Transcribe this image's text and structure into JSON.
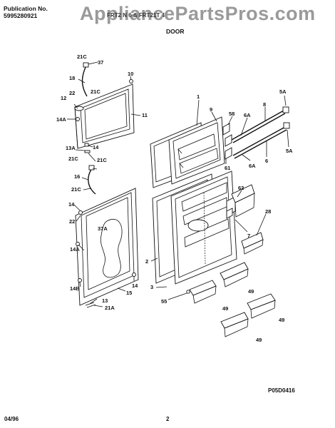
{
  "header": {
    "publication_label": "Publication No.",
    "publication_number": "5995280921",
    "model_text": "FRT2  N  6 & FRT21T  4",
    "section_title": "DOOR"
  },
  "watermark": "AppliancePartsPros.com",
  "footer": {
    "drawing_code": "P05D0416",
    "date": "04/96",
    "page": "2"
  },
  "callouts": {
    "c21C_a": "21C",
    "c37": "37",
    "c18": "18",
    "c10": "10",
    "c22_a": "22",
    "c12": "12",
    "c21C_b": "21C",
    "c14A_a": "14A",
    "c11": "11",
    "c13A": "13A",
    "c14_a": "14",
    "c21C_c": "21C",
    "c21C_d": "21C",
    "c16": "16",
    "c21C_e": "21C",
    "c14_b": "14",
    "c22_b": "22",
    "c37A": "37A",
    "c14A_b": "14A",
    "c14B": "14B",
    "c13": "13",
    "c21A": "21A",
    "c15": "15",
    "c14_c": "14",
    "c1": "1",
    "c9": "9",
    "c58": "58",
    "c6A_a": "6A",
    "c8": "8",
    "c5A_a": "5A",
    "c61": "61",
    "c6A_b": "6A",
    "c6": "6",
    "c5A_b": "5A",
    "c62": "62",
    "c28": "28",
    "c7": "7",
    "c2": "2",
    "c3": "3",
    "c55": "55",
    "c49_a": "49",
    "c49_b": "49",
    "c49_c": "49",
    "c49_d": "49"
  }
}
